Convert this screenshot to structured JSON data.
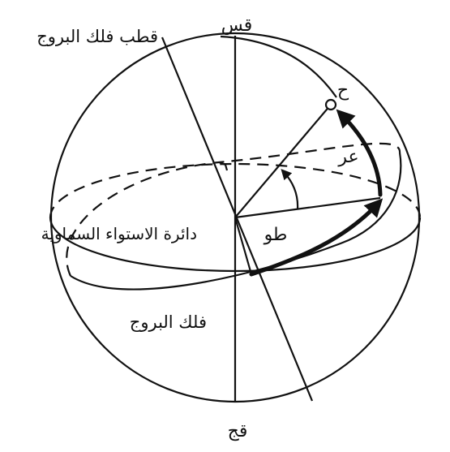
{
  "labels": {
    "north_celestial_pole": "قس",
    "south_celestial_pole": "قج",
    "ecliptic_pole": "قطب فلك البروج",
    "celestial_equator": "دائرة الاستواء السماوية",
    "ecliptic": "فلك البروج",
    "longitude": "طو",
    "latitude": "عر",
    "star": "ح"
  }
}
